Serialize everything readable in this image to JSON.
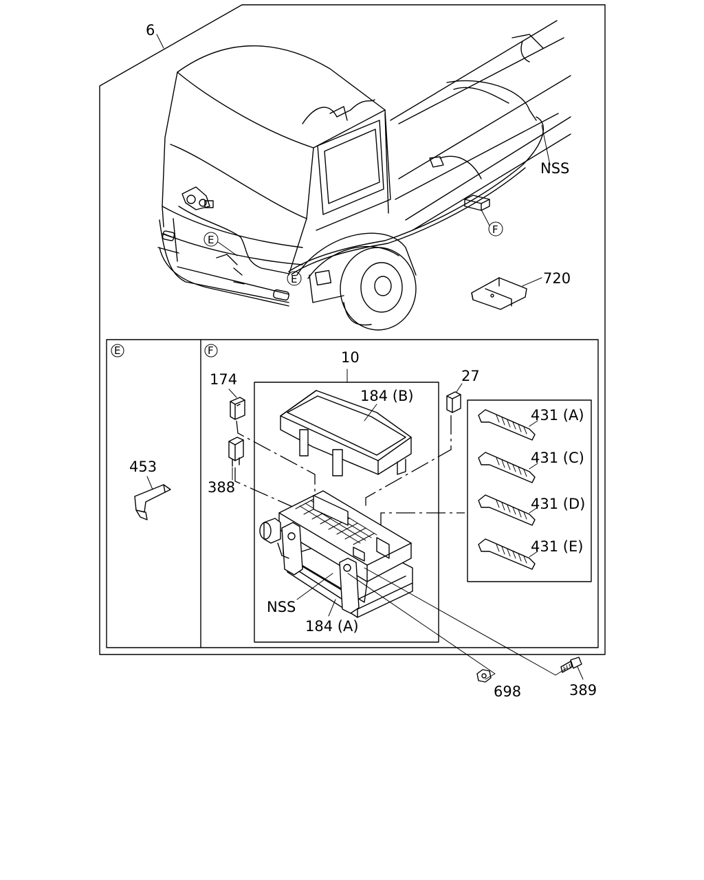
{
  "callouts": {
    "harness_assembly": "6",
    "nss_top": "NSS",
    "circle_f_top": "F",
    "circle_e_upper": "E",
    "circle_e_lower": "E",
    "bracket": "720",
    "panel_e_label": "E",
    "panel_f_label": "F",
    "fuse_box": "10",
    "cover": "184 (B)",
    "relay_174": "174",
    "fuse_27": "27",
    "relay_388": "388",
    "clip_453": "453",
    "conn_a": "431 (A)",
    "conn_c": "431 (C)",
    "conn_d": "431 (D)",
    "conn_e": "431 (E)",
    "nss_box": "NSS",
    "base": "184 (A)",
    "nut": "698",
    "bolt": "389"
  },
  "colors": {
    "line": "#000000",
    "background": "#ffffff"
  }
}
